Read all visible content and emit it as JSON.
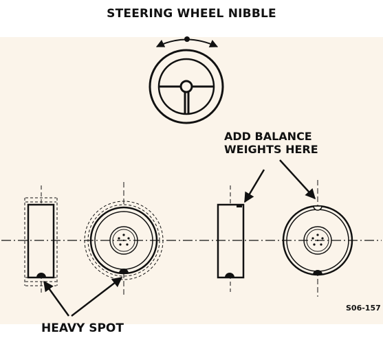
{
  "diagram": {
    "title": "STEERING WHEEL NIBBLE",
    "callouts": {
      "add_balance_line1": "ADD BALANCE",
      "add_balance_line2": "WEIGHTS HERE",
      "heavy_spot": "HEAVY SPOT"
    },
    "figure_code": "S06-157"
  },
  "colors": {
    "ink": "#111111",
    "panel": "#fbf4ea",
    "background": "#ffffff"
  }
}
